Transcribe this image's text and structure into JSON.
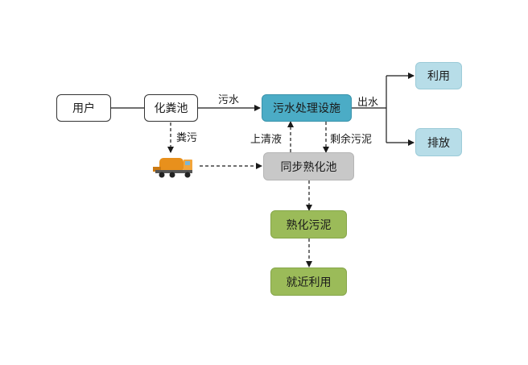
{
  "nodes": {
    "user": "用户",
    "septic_tank": "化粪池",
    "sewage_facility": "污水处理设施",
    "sync_pool": "同步熟化池",
    "matured_sludge": "熟化污泥",
    "nearby_use": "就近利用",
    "reuse": "利用",
    "discharge": "排放"
  },
  "labels": {
    "sewage": "污水",
    "feces": "粪污",
    "supernatant": "上清液",
    "excess_sludge": "剩余污泥",
    "effluent": "出水"
  },
  "colors": {
    "facility_fill": "#4bacc6",
    "pool_fill": "#c8c8c8",
    "sludge_fill": "#9bbb59",
    "outlet_fill": "#b7dde8",
    "truck_body": "#e8901c"
  },
  "icons": {
    "truck": "septic-truck-icon"
  }
}
